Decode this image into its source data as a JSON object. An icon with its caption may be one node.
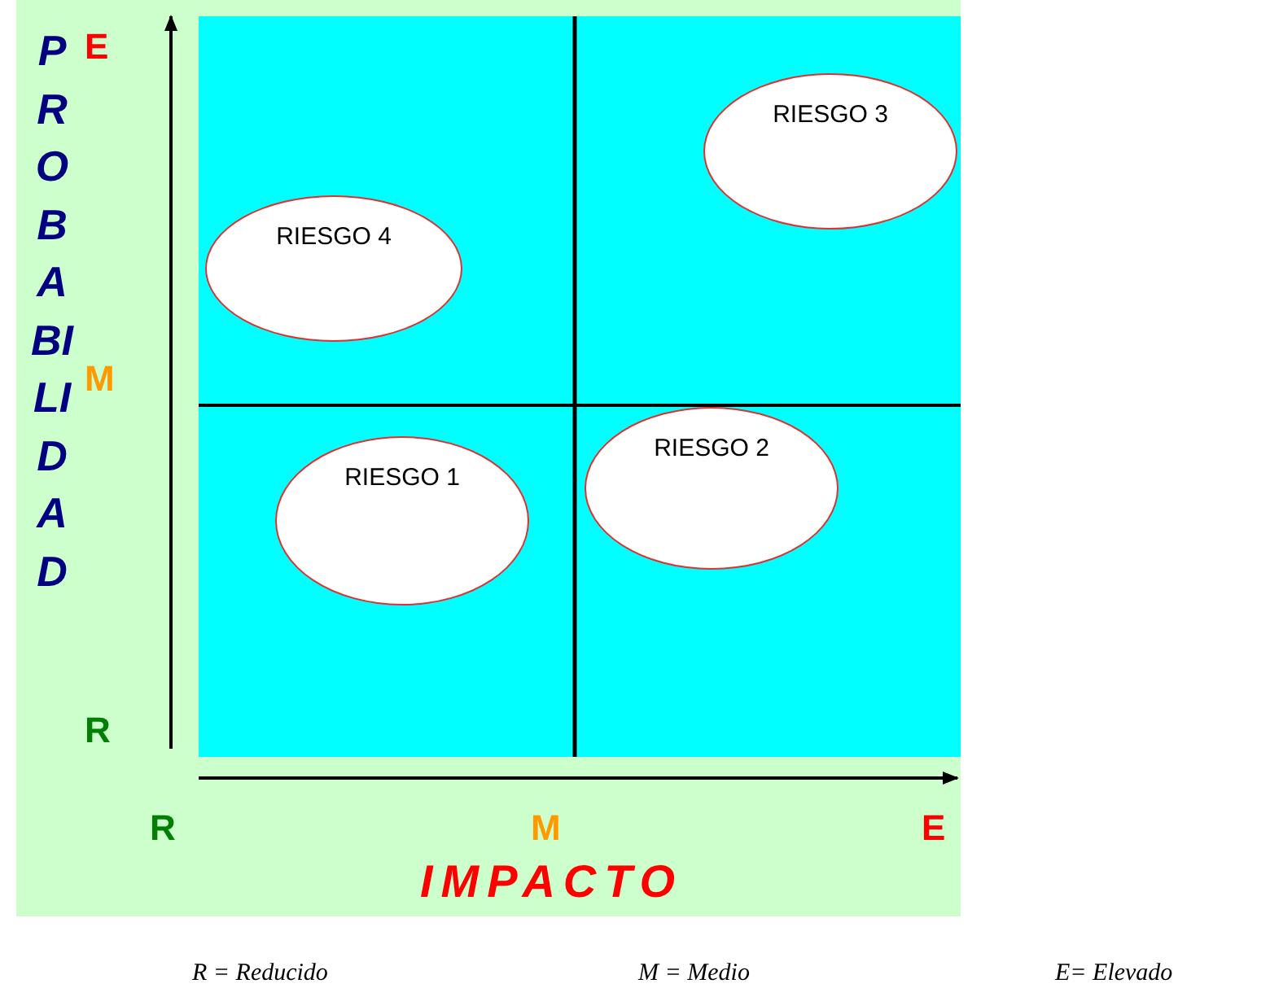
{
  "diagram": {
    "nodes": [
      {
        "text": [
          "RIESGO 3"
        ]
      },
      {
        "text": [
          "RIESGO 4"
        ]
      },
      {
        "text": [
          "RIESGO 2"
        ]
      },
      {
        "text": [
          "RIESGO 1"
        ]
      }
    ],
    "labels": [
      "PROBABILIDAD",
      "E",
      "M",
      "R",
      "R",
      "M",
      "E",
      "IMPACTO",
      "R = Reducido",
      "M = Medio",
      "E= Elevado"
    ]
  }
}
